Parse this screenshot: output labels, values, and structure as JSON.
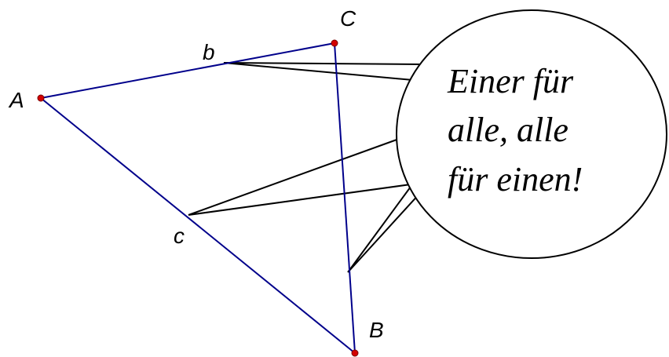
{
  "colors": {
    "triangle": "#00008b",
    "callout": "#000000",
    "vertex_fill": "#d40000",
    "background": "#ffffff"
  },
  "labels": {
    "A": "A",
    "B": "B",
    "C": "C",
    "b": "b",
    "c": "c"
  },
  "bubble": {
    "lines": [
      "Einer für",
      "alle, alle",
      "für einen!"
    ]
  }
}
